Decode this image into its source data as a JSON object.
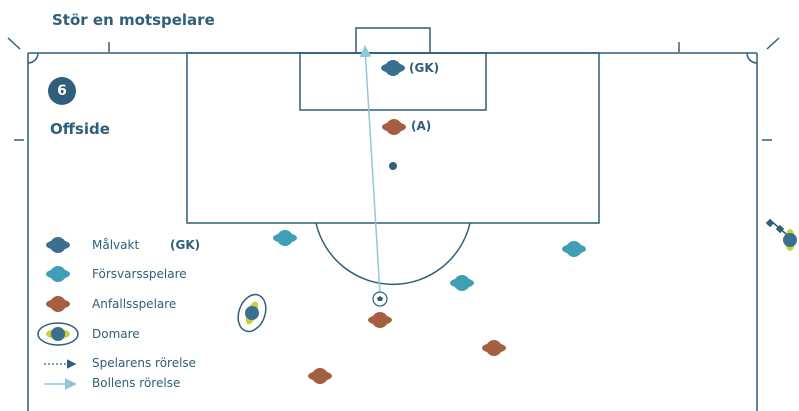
{
  "header": {
    "title": "Stör en motspelare",
    "number": "6",
    "subtitle": "Offside"
  },
  "labels": {
    "goalkeeper": "(GK)",
    "attacker": "(A)"
  },
  "legend": {
    "goalkeeper": "Målvakt",
    "goalkeeper_tag": "(GK)",
    "defender": "Försvarsspelare",
    "attacker": "Anfallsspelare",
    "referee": "Domare",
    "player_movement": "Spelarens rörelse",
    "ball_movement": "Bollens rörelse"
  },
  "colors": {
    "lines": "#2f5f7a",
    "goalkeeper": "#3a6f8f",
    "defender": "#3f9fb5",
    "attacker": "#a45f40",
    "referee_body": "#3a6f8f",
    "referee_accent": "#c8cf3c",
    "ball_path": "#8ec9da"
  },
  "icons": [
    "goalkeeper-icon",
    "defender-icon",
    "attacker-icon",
    "referee-icon",
    "ball-icon",
    "flag-icon"
  ]
}
